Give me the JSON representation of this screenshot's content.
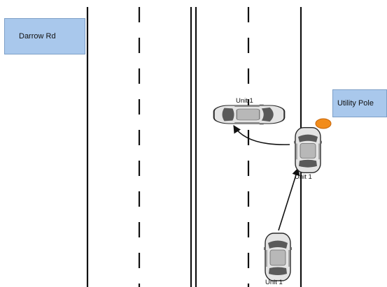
{
  "labels": {
    "road": "Darrow Rd",
    "pole": "Utility Pole",
    "unit_top": "Unit 1",
    "unit_mid": "Unit 1",
    "unit_bottom": "Unit 1"
  },
  "colors": {
    "label_fill": "#a9c8ec",
    "label_border": "#7d9fc7",
    "pole_marker": "#f28c1b",
    "road_lines": "#111111",
    "car_body": "#e4e4e4"
  },
  "icons": {
    "pole_marker": "orange-circle-icon",
    "car": "car-icon"
  }
}
